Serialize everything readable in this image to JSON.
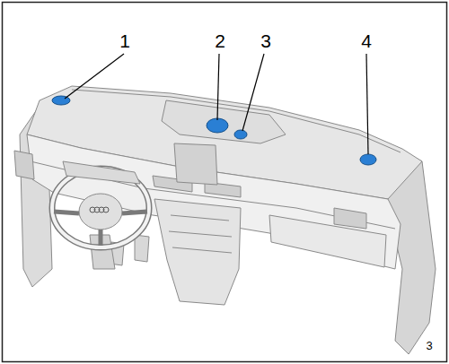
{
  "diagram": {
    "labels": [
      "1",
      "2",
      "3",
      "4",
      "3"
    ]
  }
}
